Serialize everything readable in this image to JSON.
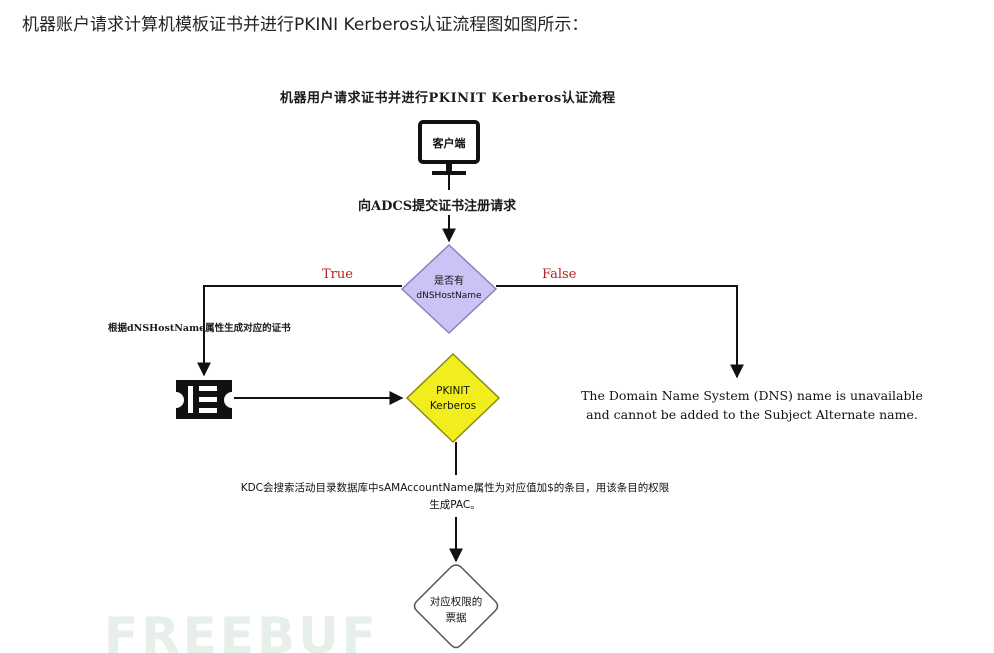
{
  "intro_text": "机器账户请求计算机模板证书并进行PKINI Kerberos认证流程图如图所示：",
  "figure": {
    "title": "机器用户请求证书并进行PKINIT Kerberos认证流程",
    "client_label": "客户端",
    "request_label": "向ADCS提交证书注册请求",
    "decision_line1": "是否有",
    "decision_line2": "dNSHostName",
    "true_label": "True",
    "false_label": "False",
    "generate_label": "根据dNSHostName属性生成对应的证书",
    "pkinit_line1": "PKINIT",
    "pkinit_line2": "Kerberos",
    "dns_message": "The Domain Name System (DNS) name is unavailable and cannot be added to the Subject Alternate name.",
    "kdc_message": "KDC会搜索活动目录数据库中sAMAccountName属性为对应值加$的条目，用该条目的权限生成PAC。",
    "ticket_line1": "对应权限的",
    "ticket_line2": "票据",
    "watermark": "FREEBUF"
  },
  "colors": {
    "decision_fill": "#c9c3f6",
    "pkinit_fill": "#f2ee1e",
    "label_red": "#b22222",
    "watermark": "#e6efe9"
  },
  "icons": {
    "client": "monitor-icon",
    "certificate": "ticket-icon"
  }
}
